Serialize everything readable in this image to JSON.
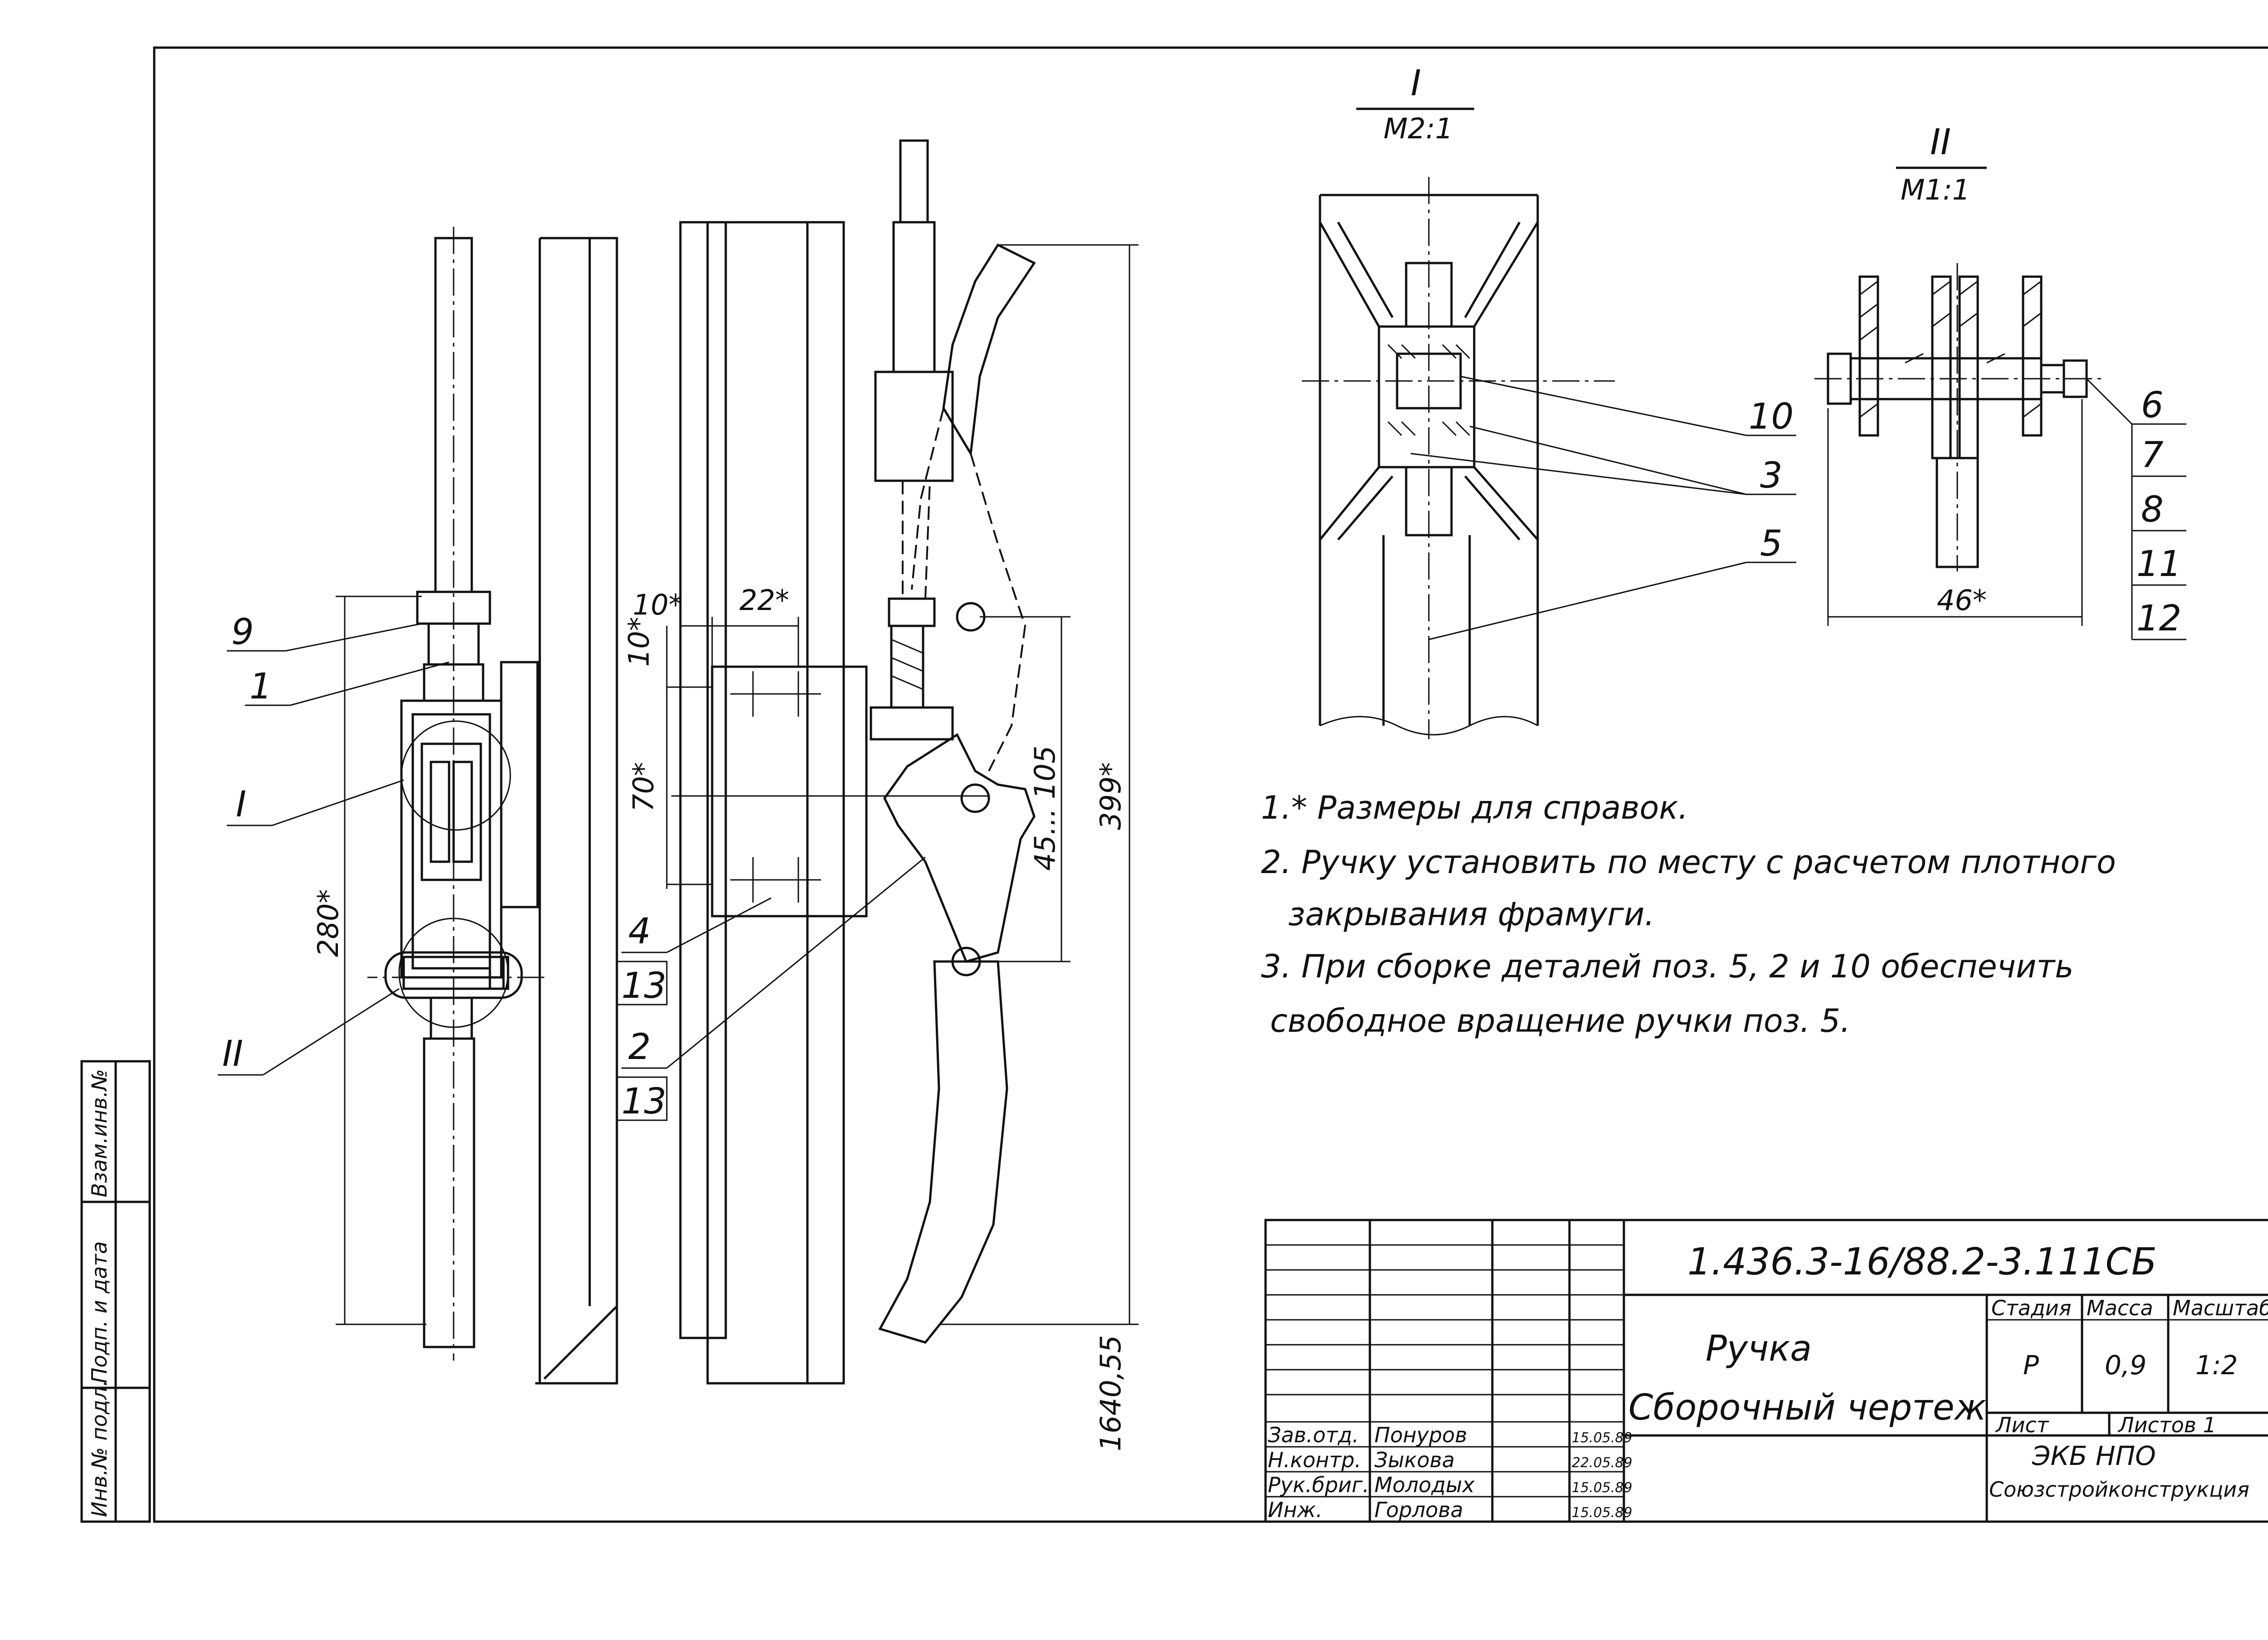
{
  "view_titles": {
    "view1": {
      "name": "I",
      "scale": "М2:1"
    },
    "view2": {
      "name": "II",
      "scale": "М1:1"
    }
  },
  "callouts": {
    "main": [
      "9",
      "1",
      "I",
      "280*",
      "II",
      "4",
      "13",
      "2",
      "13"
    ],
    "view1": [
      "10",
      "3",
      "5"
    ],
    "view2": [
      "6",
      "7",
      "8",
      "11",
      "12"
    ]
  },
  "dimensions": {
    "d10a": "10*",
    "d10b": "10*",
    "d22": "22*",
    "d70": "70*",
    "d45": "45... 105",
    "d399": "399*",
    "d280": "280*",
    "d46": "46*",
    "d1640": "1640,55"
  },
  "notes": [
    "1.* Размеры для справок.",
    "2. Ручку установить по месту с расчетом плотного",
    "закрывания фрамуги.",
    "3. При сборке деталей поз. 5, 2 и 10 обеспечить",
    "свободное вращение ручки поз. 5."
  ],
  "title_block": {
    "doc_code": "1.436.3-16/88.2-3.111СБ",
    "title_1": "Ручка",
    "title_2": "Сборочный чертеж",
    "col_stage": "Стадия",
    "col_mass": "Масса",
    "col_scale": "Масштаб",
    "stage": "Р",
    "mass": "0,9",
    "scale": "1:2",
    "sheet": "Лист",
    "sheets": "Листов 1",
    "org_1": "ЭКБ НПО",
    "org_2": "Союзстройконструкция",
    "signers": [
      {
        "role": "Зав.отд.",
        "name": "Понуров",
        "date": "15.05.89"
      },
      {
        "role": "Н.контр.",
        "name": "Зыкова",
        "date": "22.05.89"
      },
      {
        "role": "Рук.бриг.",
        "name": "Молодых",
        "date": "15.05.89"
      },
      {
        "role": "Инж.",
        "name": "Горлова",
        "date": "15.05.89"
      }
    ]
  },
  "side_stamp": [
    "Инв.№ подл.",
    "Подп. и дата",
    "Взам.инв.№"
  ]
}
